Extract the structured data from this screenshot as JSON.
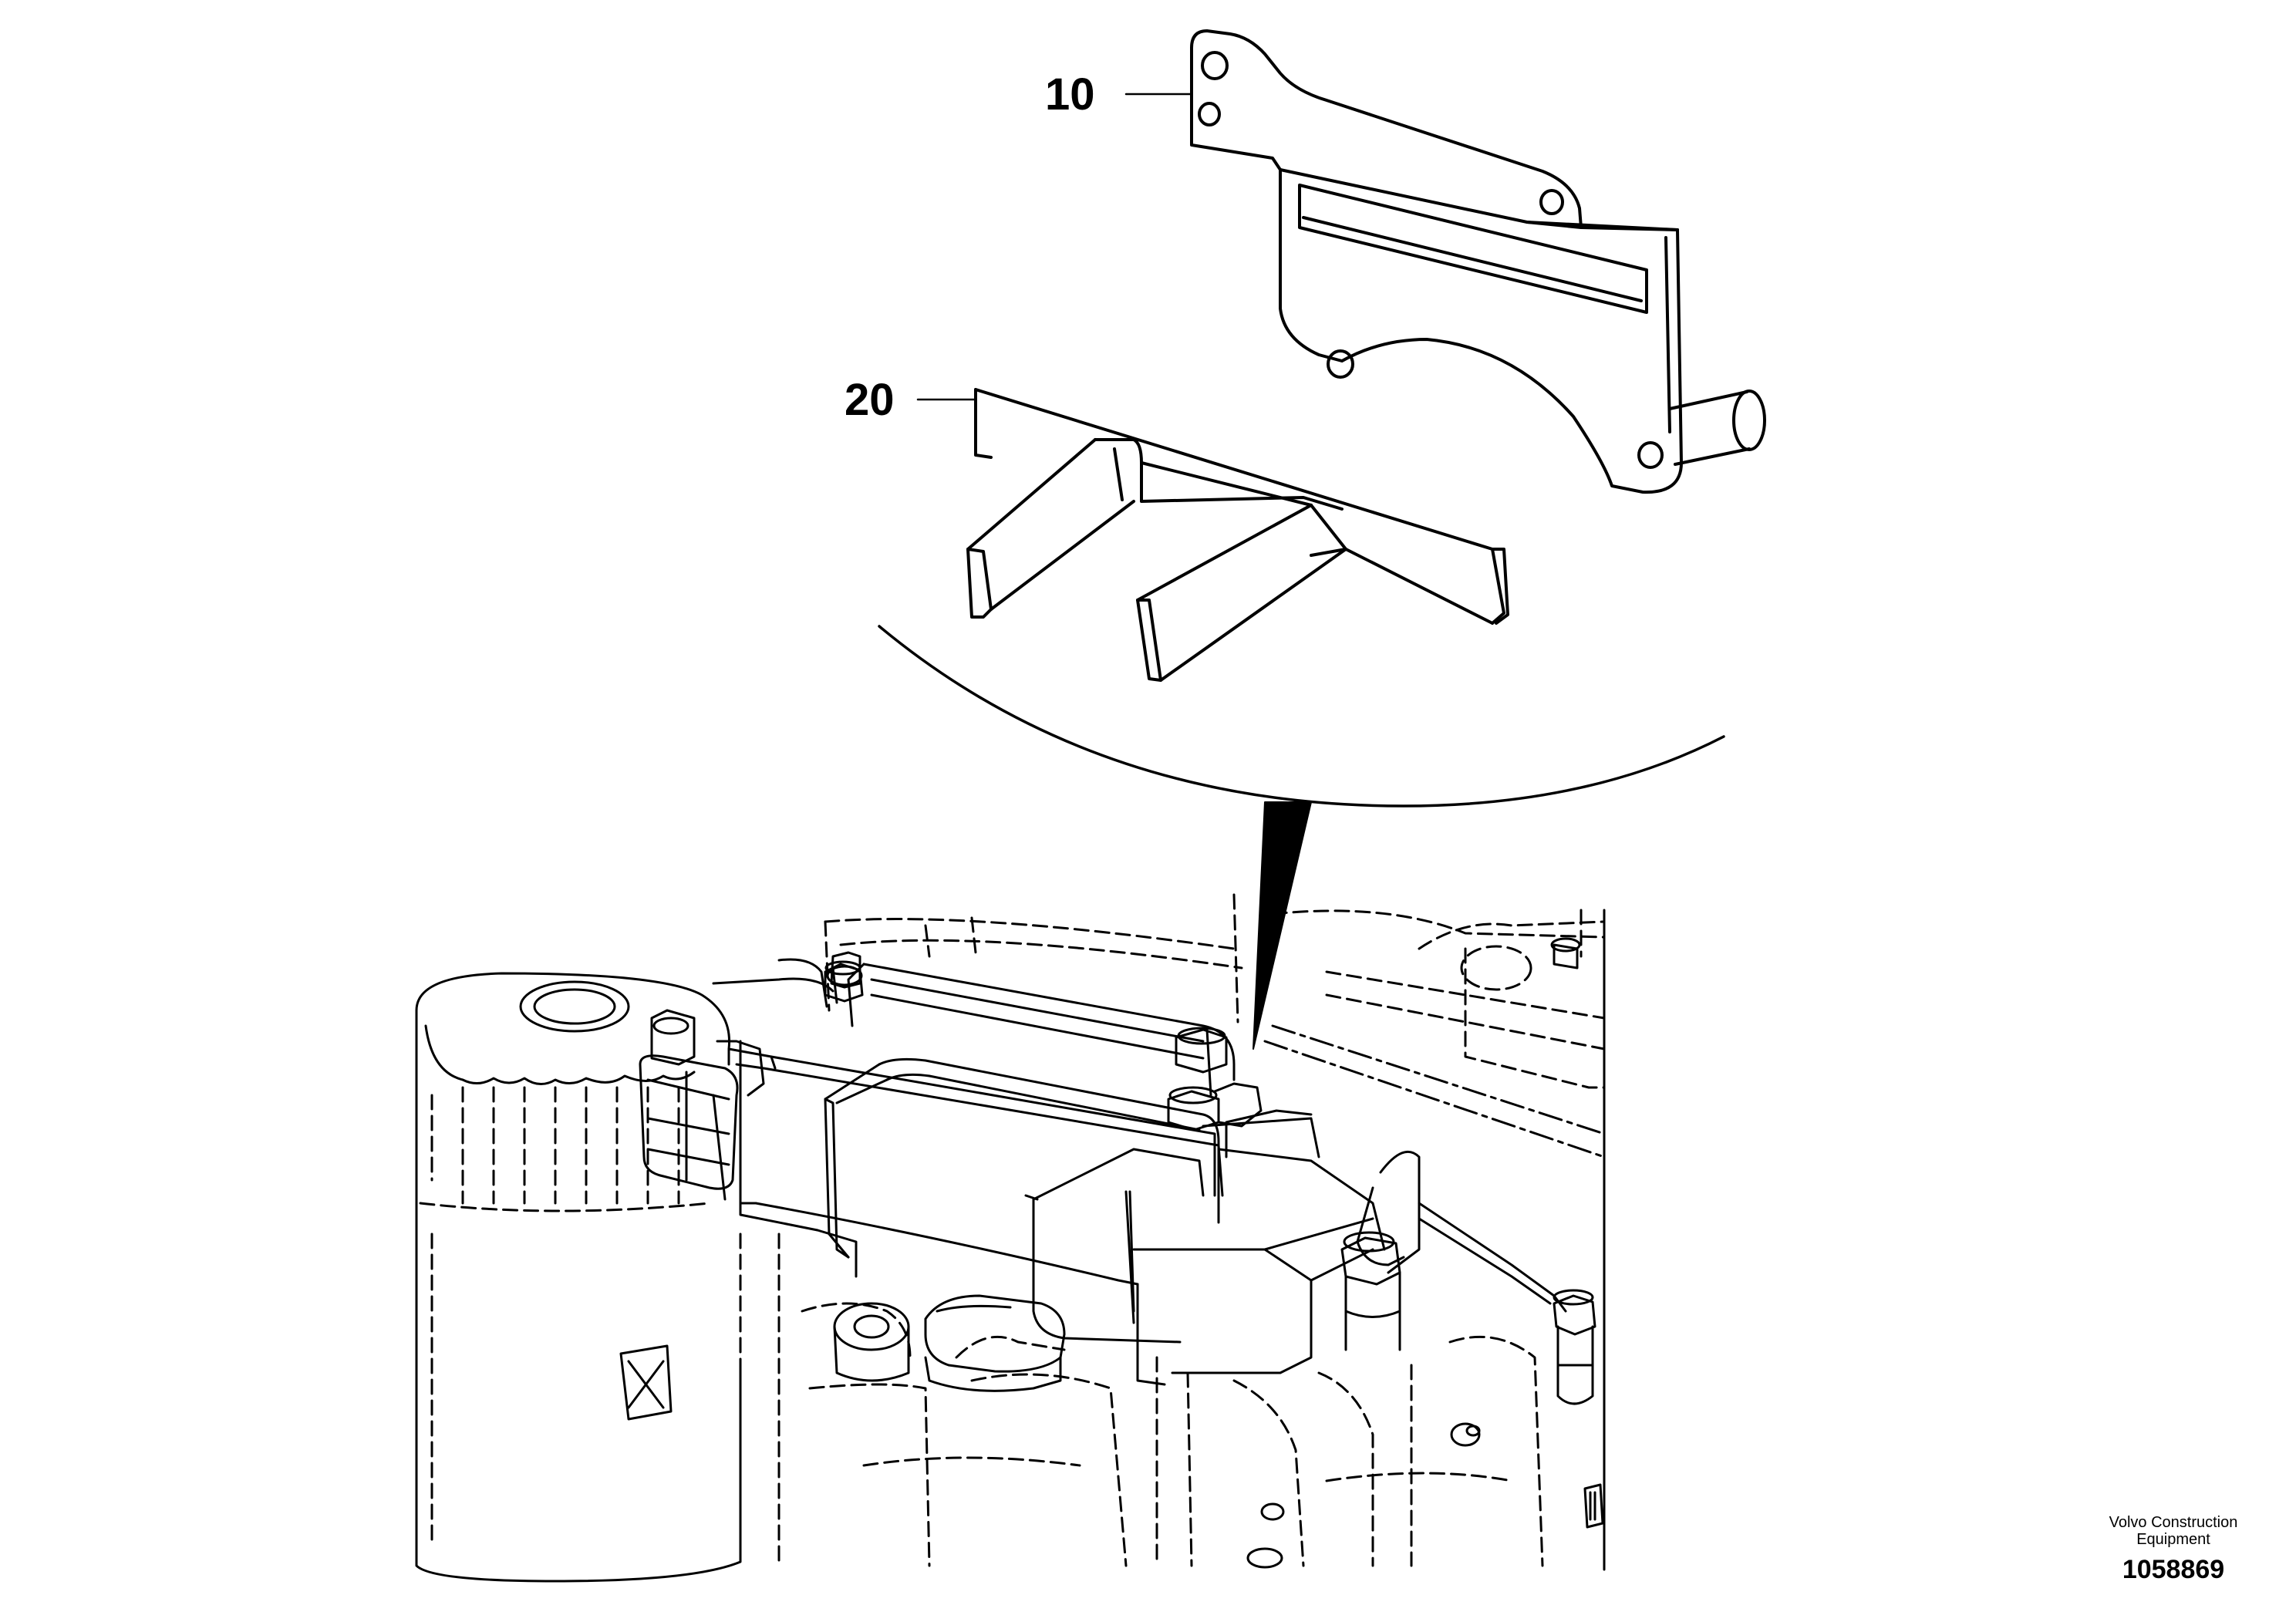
{
  "callouts": [
    {
      "id": "10",
      "label": "10"
    },
    {
      "id": "20",
      "label": "20"
    }
  ],
  "credit": {
    "company": "Volvo Construction Equipment",
    "drawing_number": "1058869"
  }
}
